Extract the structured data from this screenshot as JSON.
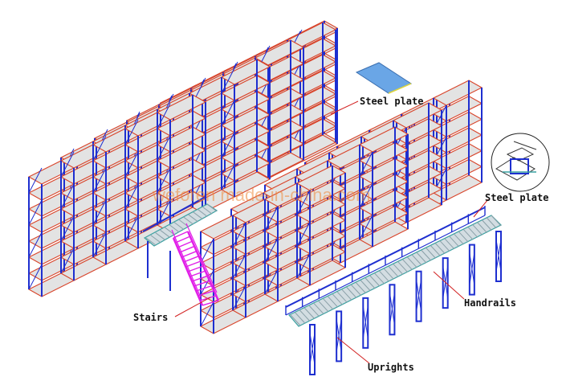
{
  "colors": {
    "upright": "#1e2fd0",
    "beam": "#d8442a",
    "deck": "#e3e3e3",
    "walkway": "#c9d6dc",
    "walkway_edge": "#3aa0a0",
    "stairs": "#e11ee8",
    "plate": "#6aa6e6",
    "leader": "#d22020",
    "watermark": "#f08a3a"
  },
  "labels": {
    "steel_plate_top": "Steel plate",
    "steel_plate_right": "Steel plate",
    "handrails": "Handrails",
    "stairs": "Stairs",
    "uprights": "Uprights"
  },
  "watermark": "weforen made-in-china.com",
  "icons": {
    "plate_sample": "steel-plate-swatch",
    "connector_detail": "bracket-detail-magnifier"
  }
}
